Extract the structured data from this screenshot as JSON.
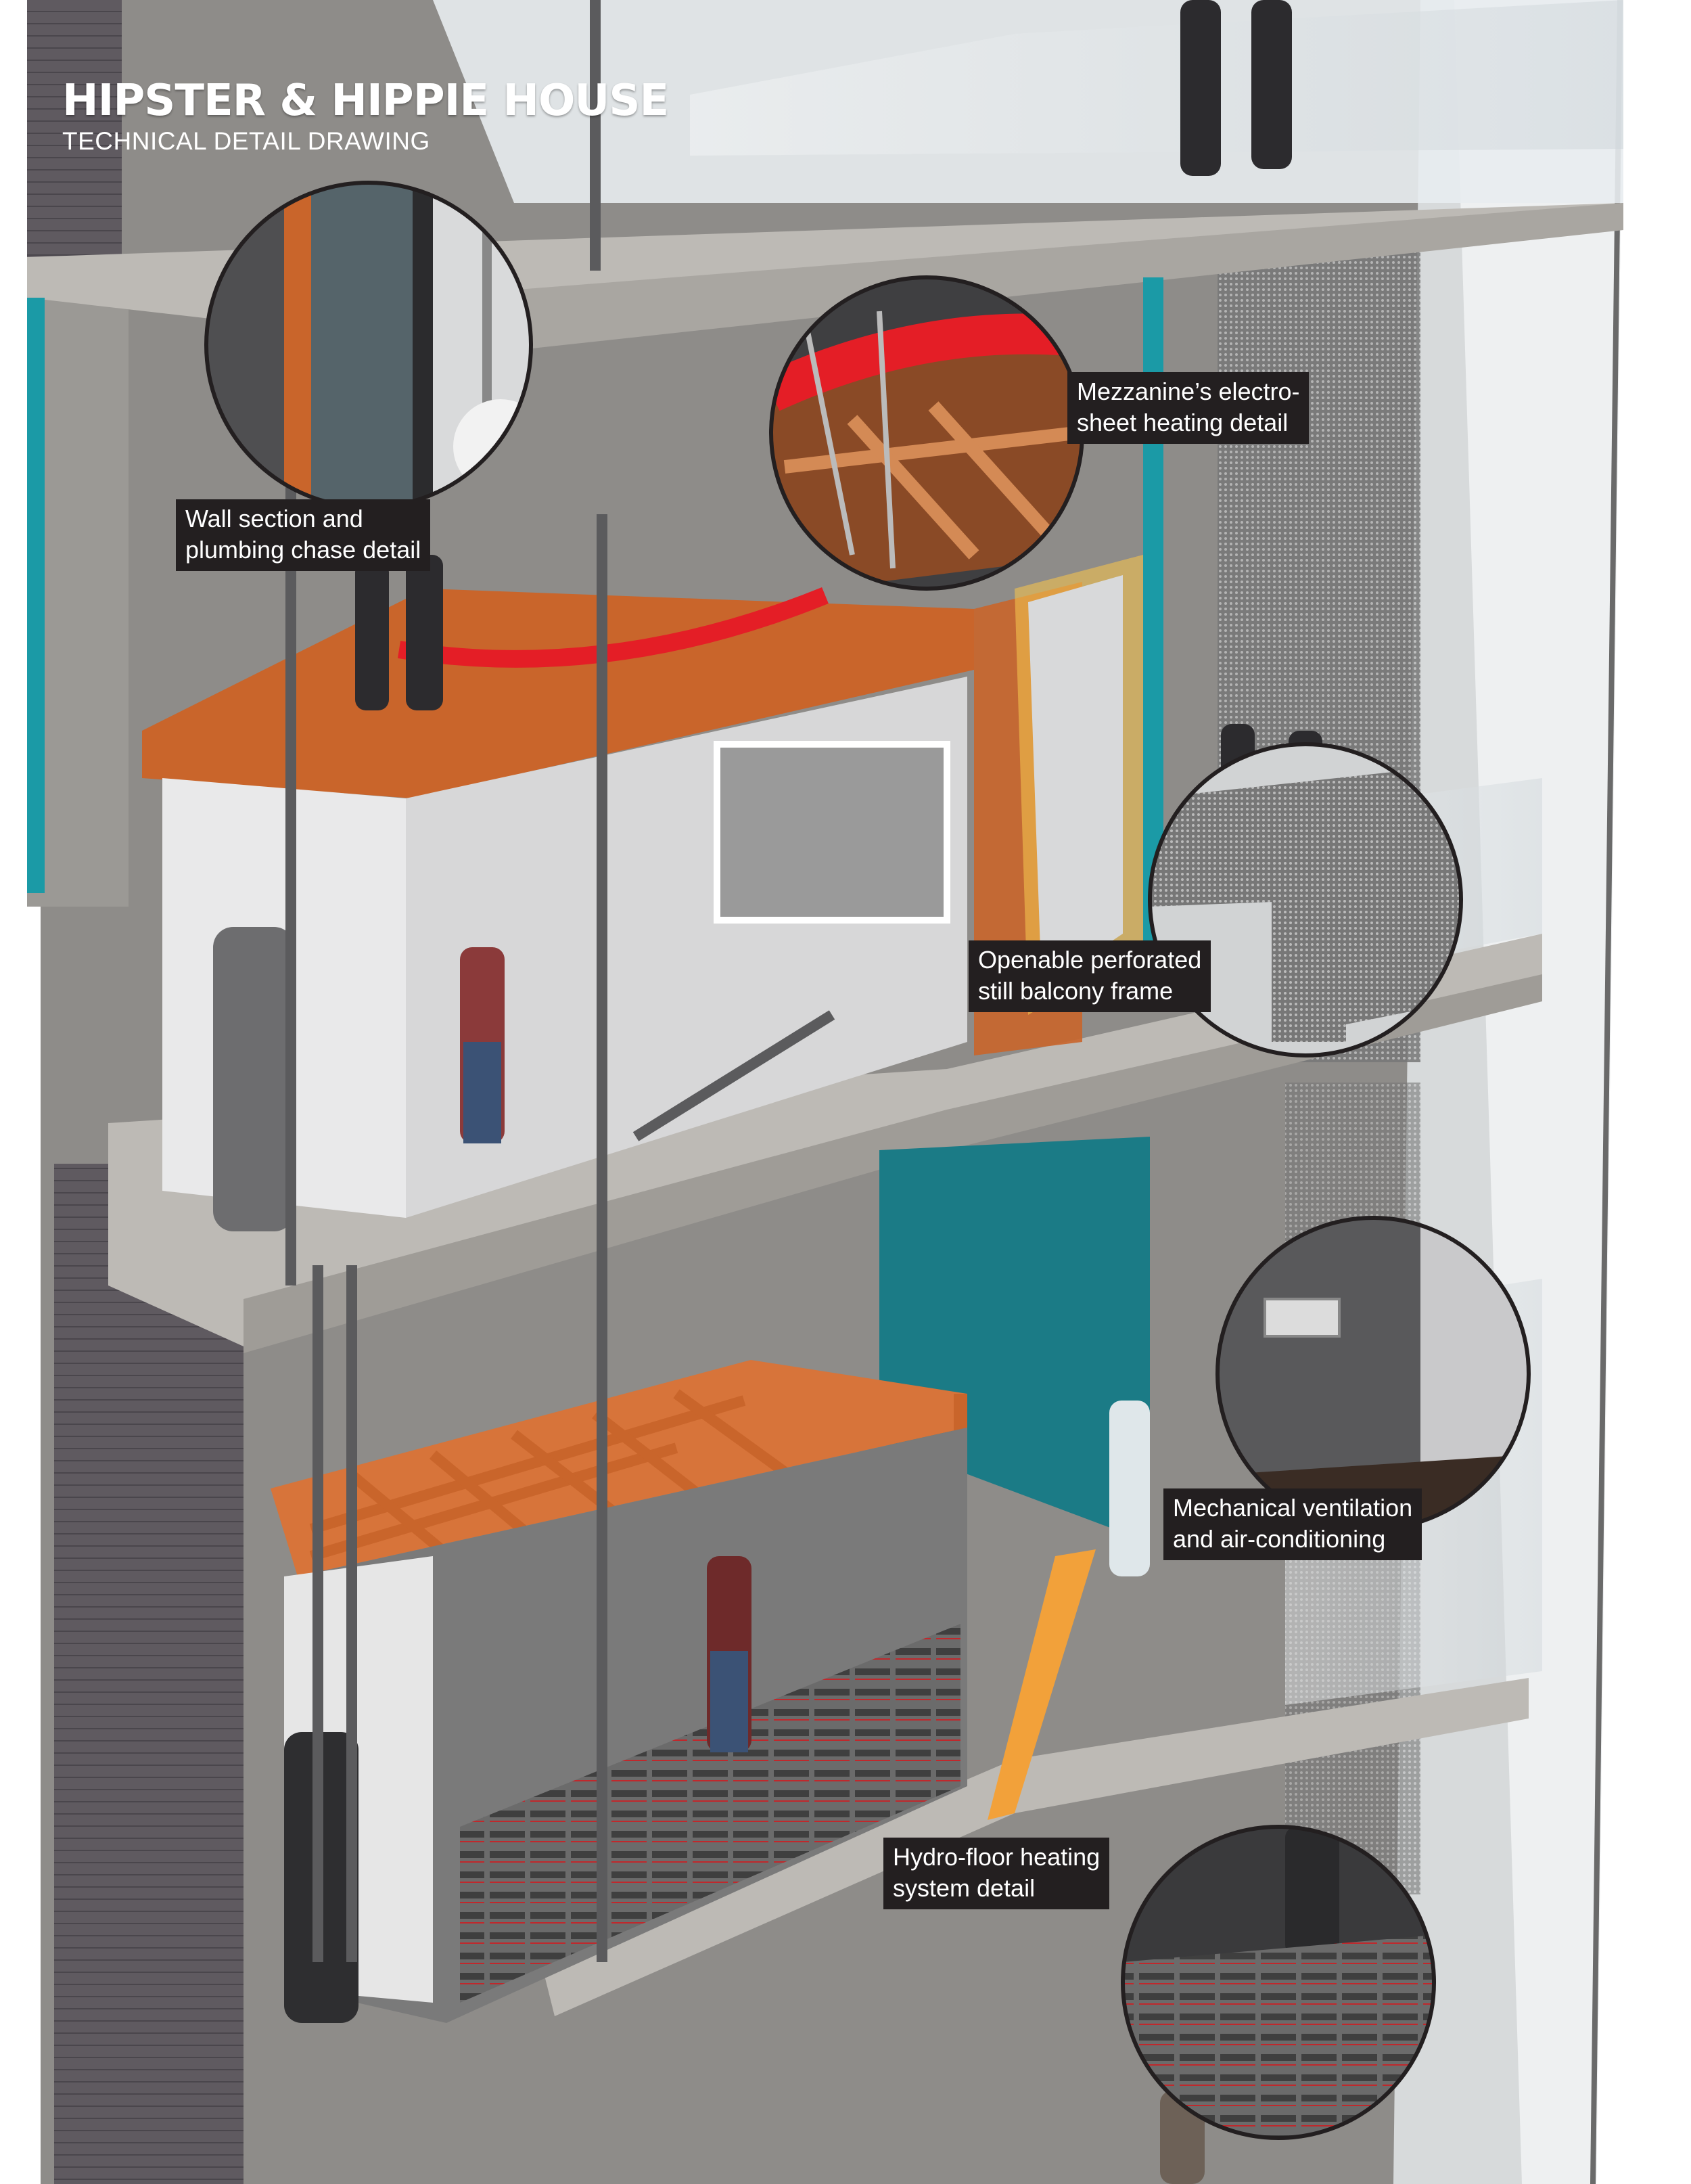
{
  "title": "HIPSTER & HIPPIE HOUSE",
  "subtitle": "TECHNICAL DETAIL DRAWING",
  "callouts": {
    "wall_section": {
      "line1": "Wall section and",
      "line2": "plumbing chase detail"
    },
    "mezzanine_heating": {
      "line1": "Mezzanine’s electro-",
      "line2": "sheet heating detail"
    },
    "balcony_frame": {
      "line1": "Openable perforated",
      "line2": "still balcony frame"
    },
    "ventilation": {
      "line1": "Mechanical ventilation",
      "line2": "and air-conditioning"
    },
    "hydro_floor": {
      "line1": "Hydro-floor heating",
      "line2": "system detail"
    }
  },
  "colors": {
    "concrete": "#8e8c89",
    "slab": "#bdbab5",
    "siding": "#5f5a60",
    "timber": "#c9652b",
    "heating_red": "#e41e26",
    "teal_wall": "#1b7b86",
    "callout_bg": "#231f20",
    "glass": "#e9edf0"
  }
}
